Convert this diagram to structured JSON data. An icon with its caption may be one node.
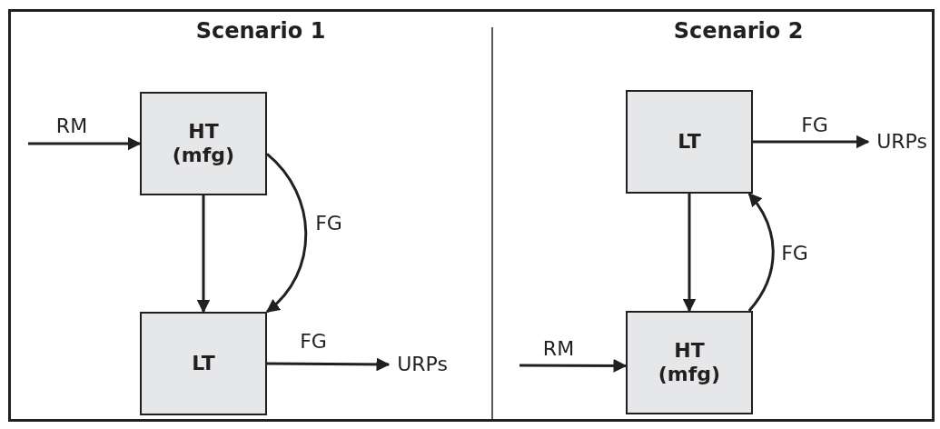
{
  "diagram": {
    "nodes": [
      {
        "text": [
          "HT (mfg)"
        ]
      },
      {
        "text": [
          "LT"
        ]
      },
      {
        "text": [
          "URPs"
        ]
      },
      {
        "text": [
          "LT"
        ]
      },
      {
        "text": [
          "HT (mfg)"
        ]
      },
      {
        "text": [
          "URPs"
        ]
      }
    ],
    "edges": [
      {
        "from": null,
        "to": 0,
        "arrow": "to",
        "label": "RM"
      },
      {
        "from": 0,
        "to": 1,
        "arrow": "to"
      },
      {
        "from": 0,
        "to": 1,
        "arrow": "to",
        "label": "FG"
      },
      {
        "from": 1,
        "to": 2,
        "arrow": "to",
        "label": "FG"
      },
      {
        "from": 3,
        "to": 5,
        "arrow": "to",
        "label": "FG"
      },
      {
        "from": 3,
        "to": 4,
        "arrow": "to"
      },
      {
        "from": 4,
        "to": 3,
        "arrow": "to",
        "label": "FG"
      },
      {
        "from": null,
        "to": 4,
        "arrow": "to",
        "label": "RM"
      }
    ],
    "labels": [
      "Scenario 1",
      "Scenario 2"
    ]
  }
}
